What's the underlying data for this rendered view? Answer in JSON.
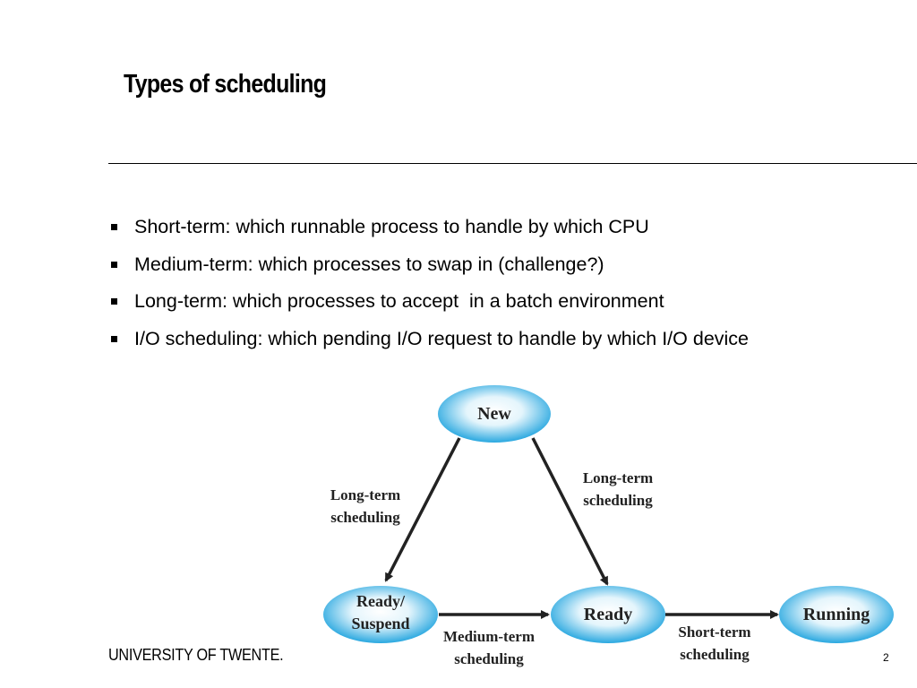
{
  "slide": {
    "title": "Types of scheduling",
    "bullets": [
      "Short-term: which runnable process to handle by which CPU",
      "Medium-term: which processes to swap in (challenge?)",
      "Long-term: which processes to accept  in a batch environment",
      "I/O scheduling: which pending I/O request to handle by which I/O device"
    ],
    "footer_logo": "UNIVERSITY OF TWENTE.",
    "page_number": "2"
  },
  "diagram": {
    "states": {
      "new": "New",
      "ready_suspend_line1": "Ready/",
      "ready_suspend_line2": "Suspend",
      "ready": "Ready",
      "running": "Running"
    },
    "transitions": {
      "left_line1": "Long-term",
      "left_line2": "scheduling",
      "right_line1": "Long-term",
      "right_line2": "scheduling",
      "medium_line1": "Medium-term",
      "medium_line2": "scheduling",
      "short_line1": "Short-term",
      "short_line2": "scheduling"
    },
    "colors": {
      "node_center": "#ffffff",
      "node_edge": "#2aa8e0",
      "arrow": "#222222"
    }
  }
}
